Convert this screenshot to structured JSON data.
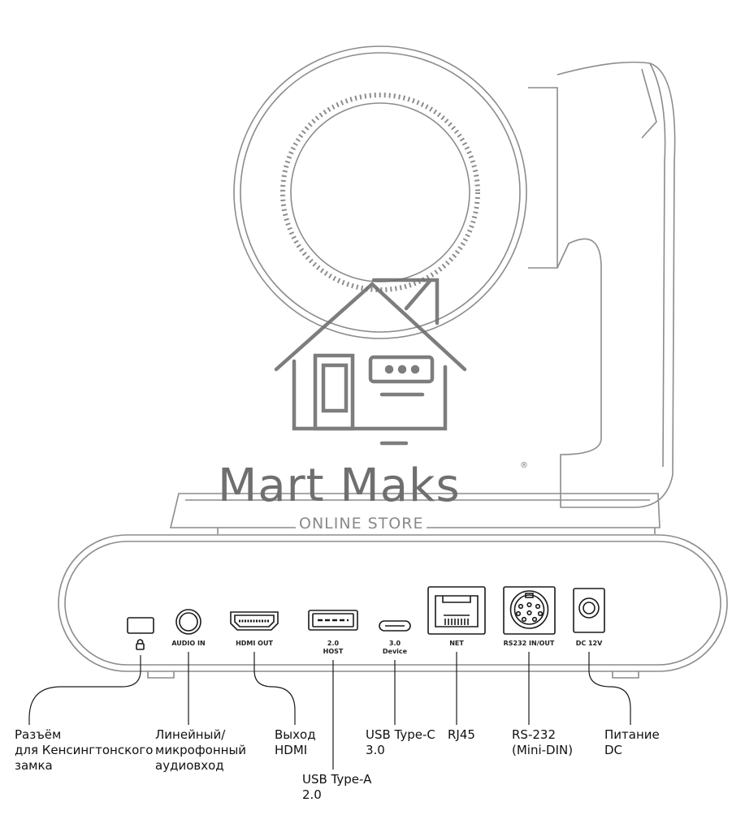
{
  "ports": [
    {
      "id": "kensington",
      "label": ""
    },
    {
      "id": "audio",
      "label": "AUDIO IN"
    },
    {
      "id": "hdmi",
      "label": "HDMI OUT"
    },
    {
      "id": "usba",
      "label": "2.0",
      "label2": "HOST"
    },
    {
      "id": "usbc",
      "label": "3.0",
      "label2": "Device"
    },
    {
      "id": "net",
      "label": "NET"
    },
    {
      "id": "rs232",
      "label": "RS232 IN/OUT"
    },
    {
      "id": "dc",
      "label": "DC 12V"
    }
  ],
  "callouts": {
    "kensington": [
      "Разъём",
      "для Кенсингтонского",
      "замка"
    ],
    "audio": [
      "Линейный/",
      "микрофонный",
      "аудиовход"
    ],
    "hdmi": [
      "Выход",
      "HDMI"
    ],
    "usba": [
      "USB Type-A",
      "2.0"
    ],
    "usbc": [
      "USB Type-C",
      "3.0"
    ],
    "rj45": [
      "RJ45"
    ],
    "rs232": [
      "RS-232",
      "(Mini-DIN)"
    ],
    "dc": [
      "Питание",
      "DC"
    ]
  },
  "watermark": {
    "title": "Mart Maks",
    "registered": "®",
    "subtitle": "ONLINE STORE"
  },
  "colors": {
    "line": "#8c8c8c",
    "dark": "#1a1a1a",
    "watermark": "#6f6f6f"
  }
}
